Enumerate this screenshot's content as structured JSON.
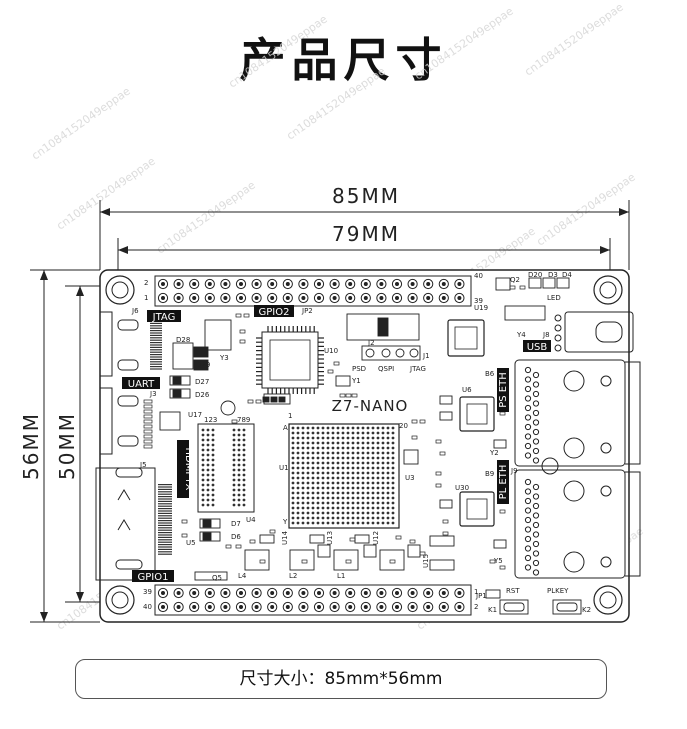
{
  "title": "产品尺寸",
  "watermark": "cn1084152049eppae",
  "dimensions": {
    "width_outer": "85MM",
    "width_inner": "79MM",
    "height_outer": "56MM",
    "height_inner": "50MM"
  },
  "board": {
    "name": "Z7-NANO",
    "tags": {
      "jtag": "JTAG",
      "gpio2": "GPIO2",
      "uart": "UART",
      "hdmi_tx": "HDMI TX",
      "usb": "USB",
      "ps_eth": "PS ETH",
      "pl_eth": "PL ETH",
      "gpio1": "GPIO1"
    },
    "labels": {
      "pin2_top": "2",
      "pin1_top": "1",
      "pin40_top": "40",
      "pin39_top": "39",
      "pin39_bot": "39",
      "pin40_bot": "40",
      "pin1_bot": "1",
      "pin2_bot": "2",
      "j6": "J6",
      "jp2": "JP2",
      "d28": "D28",
      "d29": "D29",
      "u10": "U10",
      "y3": "Y3",
      "j2": "J2",
      "j1": "J1",
      "psd": "PSD",
      "qspi": "QSPI",
      "jtag_small": "JTAG",
      "y1": "Y1",
      "q2": "Q2",
      "d20": "D20",
      "d3": "D3",
      "d4": "D4",
      "u19": "U19",
      "y4": "Y4",
      "j8": "J8",
      "led": "LED",
      "u6": "U6",
      "y2": "Y2",
      "j9": "J9",
      "u30": "U30",
      "y5": "Y5",
      "d27": "D27",
      "j3": "J3",
      "d26": "D26",
      "u17": "U17",
      "j5": "J5",
      "u1": "U1",
      "u3": "U3",
      "u4": "U4",
      "u14": "U14",
      "u13": "U13",
      "u12": "U12",
      "u15": "U15",
      "l4": "L4",
      "l1": "L1",
      "l2": "L2",
      "d7": "D7",
      "d6": "D6",
      "u5": "U5",
      "q5": "Q5",
      "jp1": "JP1",
      "rst": "RST",
      "k1": "K1",
      "plkey": "PLKEY",
      "k2": "K2",
      "n123": "123",
      "n789": "789",
      "n20": "20",
      "pa": "A",
      "py": "Y",
      "n1": "1",
      "b6": "B6",
      "b9": "B9"
    }
  },
  "caption": "尺寸大小：85mm*56mm"
}
